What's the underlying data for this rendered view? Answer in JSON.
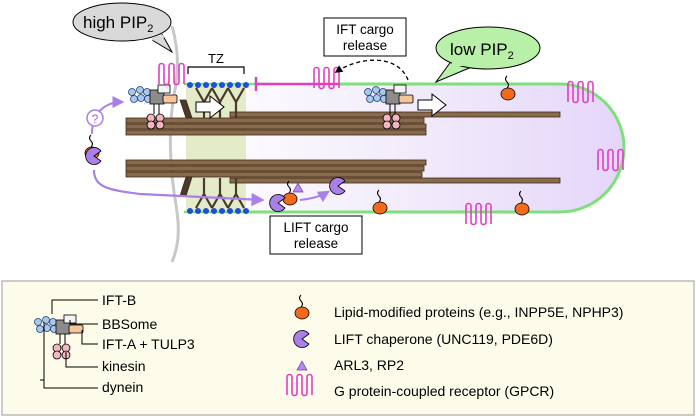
{
  "diagram": {
    "bubble_high": {
      "text": "high PIP",
      "sub": "2"
    },
    "bubble_low": {
      "text": "low PIP",
      "sub": "2"
    },
    "tz_label": "TZ",
    "ift_cargo_release": [
      "IFT cargo",
      "release"
    ],
    "lift_cargo_release": [
      "LIFT cargo",
      "release"
    ],
    "question_mark": "?"
  },
  "legend": {
    "complex_labels": [
      "IFT-B",
      "BBSome",
      "IFT-A + TULP3",
      "kinesin",
      "dynein"
    ],
    "items": [
      {
        "icon": "lipid-modified-protein-icon",
        "label": "Lipid-modified proteins (e.g., INPP5E, NPHP3)"
      },
      {
        "icon": "lift-chaperone-icon",
        "label": "LIFT chaperone (UNC119, PDE6D)"
      },
      {
        "icon": "arl3-icon",
        "label": "ARL3, RP2"
      },
      {
        "icon": "gpcr-icon",
        "label": "G protein-coupled receptor (GPCR)"
      }
    ]
  },
  "colors": {
    "membrane_green": "#7ee07a",
    "bubble_green": "#b8f0a8",
    "bubble_gray": "#d9d9d9",
    "tz_fill": "#e3ebc9",
    "violet": "#a97fe8",
    "violet_fill": "#e9ddfb",
    "magenta": "#e23fc0",
    "orange": "#f26a1b",
    "microtubule": "#8a6a4c",
    "legend_bg": "#fdfbe9"
  }
}
